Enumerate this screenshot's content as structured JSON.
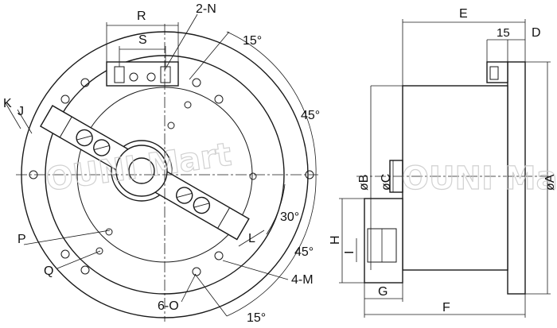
{
  "labels": {
    "R": "R",
    "S": "S",
    "N": "2-N",
    "deg15_top": "15°",
    "deg45_top": "45°",
    "K": "K",
    "J": "J",
    "deg30": "30°",
    "L": "L",
    "deg45_bottom": "45°",
    "P": "P",
    "Q": "Q",
    "M": "4-M",
    "O": "6-O",
    "deg15_bottom": "15°",
    "E": "E",
    "dim15": "15",
    "D": "D",
    "B": "øB",
    "C": "øC",
    "A": "øA",
    "H": "H",
    "I": "I",
    "G": "G",
    "F": "F"
  },
  "watermark": "OUNI Mart"
}
